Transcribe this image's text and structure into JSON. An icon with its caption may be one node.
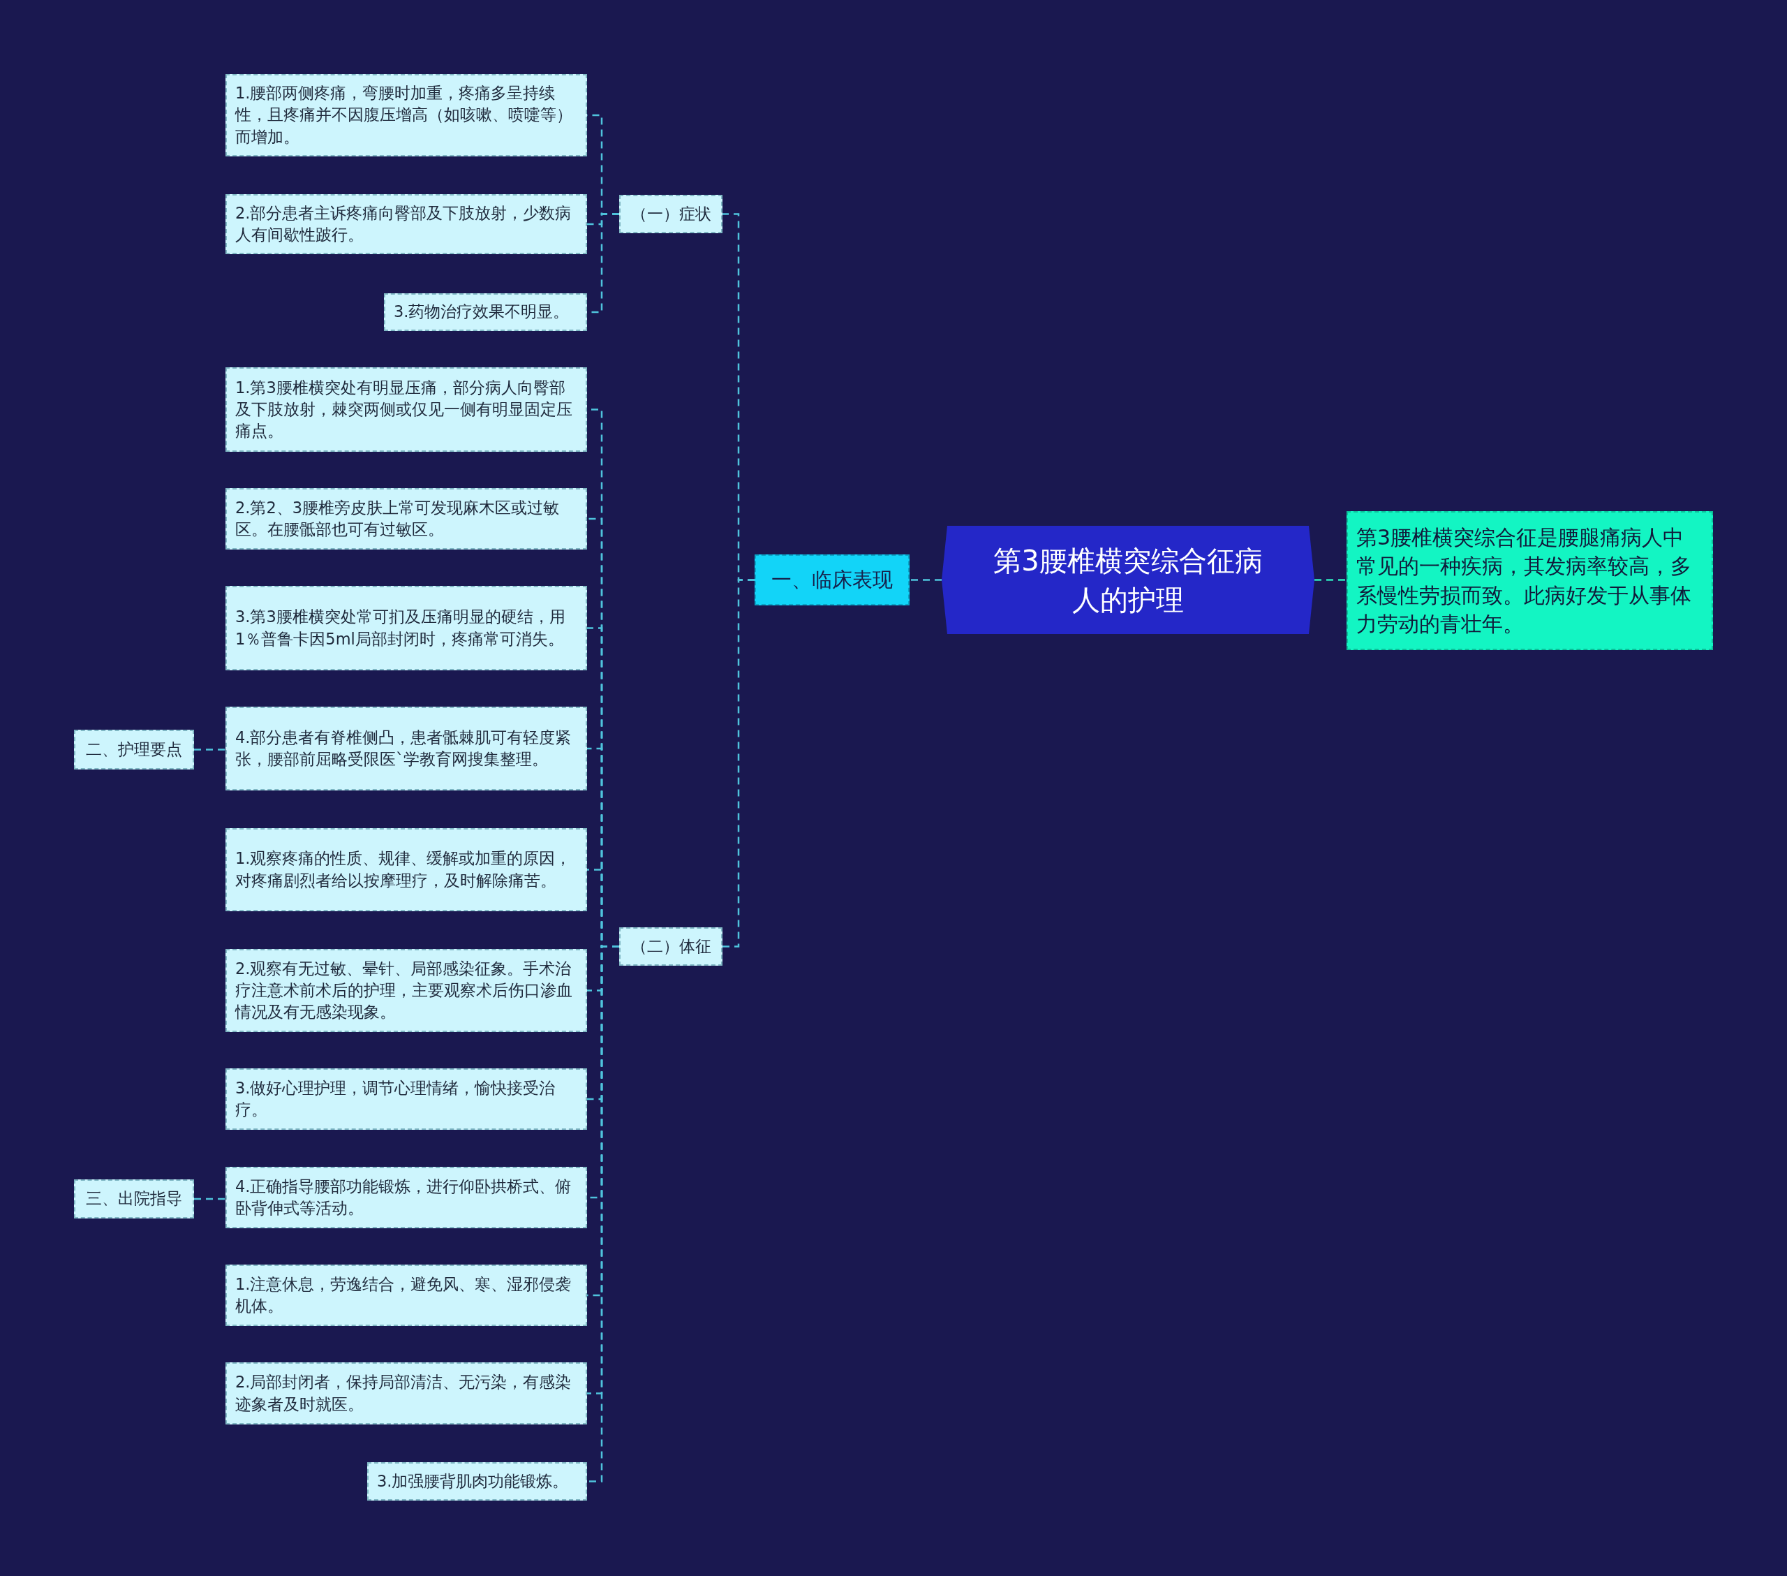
{
  "diagram": {
    "nodes": [
      {
        "text": [
          "第3腰椎横突综合征病人的护理"
        ]
      },
      {
        "text": [
          "第3腰椎横突综合征是腰腿痛病人中常见的一种疾病，其发病率较高，多系慢性劳损而致。此病好发于从事体力劳动的青壮年。"
        ]
      },
      {
        "text": [
          "一、临床表现"
        ]
      },
      {
        "text": [
          "（一）症状"
        ]
      },
      {
        "text": [
          "1.腰部两侧疼痛，弯腰时加重，疼痛多呈持续性，且疼痛并不因腹压增高（如咳嗽、喷嚏等）而增加。"
        ]
      },
      {
        "text": [
          "2.部分患者主诉疼痛向臀部及下肢放射，少数病人有间歇性跛行。"
        ]
      },
      {
        "text": [
          "3.药物治疗效果不明显。"
        ]
      },
      {
        "text": [
          "（二）体征"
        ]
      },
      {
        "text": [
          "1.第3腰椎横突处有明显压痛，部分病人向臀部及下肢放射，棘突两侧或仅见一侧有明显固定压痛点。"
        ]
      },
      {
        "text": [
          "2.第2、3腰椎旁皮肤上常可发现麻木区或过敏区。在腰骶部也可有过敏区。"
        ]
      },
      {
        "text": [
          "3.第3腰椎横突处常可扪及压痛明显的硬结，用1％普鲁卡因5ml局部封闭时，疼痛常可消失。"
        ]
      },
      {
        "text": [
          "4.部分患者有脊椎侧凸，患者骶棘肌可有轻度紧张，腰部前屈略受限医`学教育网搜集整理。"
        ]
      },
      {
        "text": [
          "1.观察疼痛的性质、规律、缓解或加重的原因，对疼痛剧烈者给以按摩理疗，及时解除痛苦。"
        ]
      },
      {
        "text": [
          "2.观察有无过敏、晕针、局部感染征象。手术治疗注意术前术后的护理，主要观察术后伤口渗血情况及有无感染现象。"
        ]
      },
      {
        "text": [
          "3.做好心理护理，调节心理情绪，愉快接受治疗。"
        ]
      },
      {
        "text": [
          "4.正确指导腰部功能锻炼，进行仰卧拱桥式、俯卧背伸式等活动。"
        ]
      },
      {
        "text": [
          "1.注意休息，劳逸结合，避免风、寒、湿邪侵袭机体。"
        ]
      },
      {
        "text": [
          "2.局部封闭者，保持局部清洁、无污染，有感染迹象者及时就医。"
        ]
      },
      {
        "text": [
          "3.加强腰背肌肉功能锻炼。"
        ]
      },
      {
        "text": [
          "二、护理要点"
        ]
      },
      {
        "text": [
          "三、出院指导"
        ]
      }
    ],
    "edges": [
      {
        "from": 0,
        "to": 1,
        "arrow": "none",
        "color": "#2ee6bd"
      },
      {
        "from": 0,
        "to": 2,
        "arrow": "none"
      },
      {
        "from": 2,
        "to": 3,
        "arrow": "none"
      },
      {
        "from": 2,
        "to": 7,
        "arrow": "none"
      },
      {
        "from": 3,
        "to": 4,
        "arrow": "none"
      },
      {
        "from": 3,
        "to": 5,
        "arrow": "none"
      },
      {
        "from": 3,
        "to": 6,
        "arrow": "none"
      },
      {
        "from": 7,
        "to": 8,
        "arrow": "none"
      },
      {
        "from": 7,
        "to": 9,
        "arrow": "none"
      },
      {
        "from": 7,
        "to": 10,
        "arrow": "none"
      },
      {
        "from": 7,
        "to": 11,
        "arrow": "none"
      },
      {
        "from": 7,
        "to": 12,
        "arrow": "none"
      },
      {
        "from": 7,
        "to": 13,
        "arrow": "none"
      },
      {
        "from": 7,
        "to": 14,
        "arrow": "none"
      },
      {
        "from": 7,
        "to": 15,
        "arrow": "none"
      },
      {
        "from": 7,
        "to": 16,
        "arrow": "none"
      },
      {
        "from": 7,
        "to": 17,
        "arrow": "none"
      },
      {
        "from": 7,
        "to": 18,
        "arrow": "none"
      },
      {
        "from": 19,
        "to": 11,
        "arrow": "none"
      },
      {
        "from": 20,
        "to": 15,
        "arrow": "none"
      }
    ]
  }
}
